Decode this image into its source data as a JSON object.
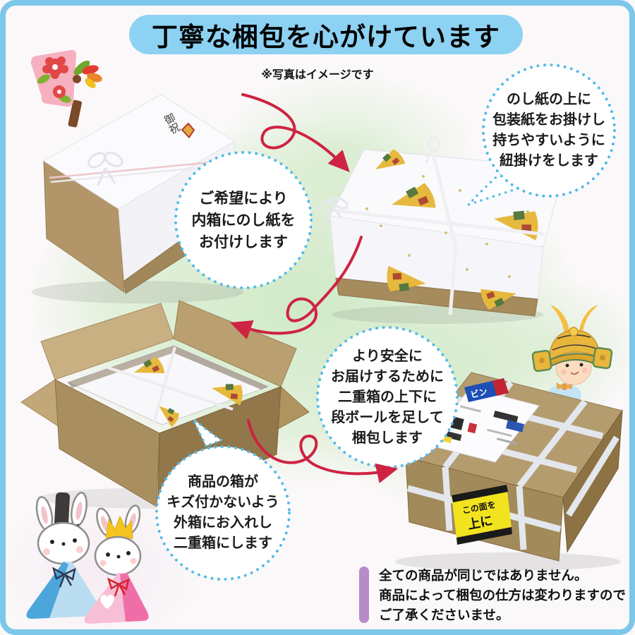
{
  "header": {
    "title": "丁寧な梱包を心がけています",
    "note": "※写真はイメージです"
  },
  "bubbles": {
    "inner_noshi": {
      "lines": [
        "ご希望により",
        "内箱にのし紙を",
        "お付けします"
      ]
    },
    "wrapping": {
      "lines": [
        "のし紙の上に",
        "包装紙をお掛けし",
        "持ちやすいように",
        "紐掛けをします"
      ]
    },
    "padding": {
      "lines": [
        "より安全に",
        "お届けするために",
        "二重箱の上下に",
        "段ボールを足して",
        "梱包します"
      ]
    },
    "double_box": {
      "lines": [
        "商品の箱が",
        "キズ付かないよう",
        "外箱にお入れし",
        "二重箱にします"
      ]
    }
  },
  "photo_details": {
    "noshi_label": "御祝",
    "fragile_sticker": "ビン",
    "side_up_sticker": {
      "line1": "この面を",
      "line2": "上に",
      "arrows": "↑↑"
    }
  },
  "footer": {
    "lines": [
      "全ての商品が同じではありません。",
      "商品によって梱包の仕方は変わりますので",
      "ご了承くださいませ。"
    ]
  },
  "colors": {
    "banner_blue": "#8DD2F3",
    "dot_blue": "#55BBE8",
    "arrow_red": "#CE2342",
    "bar_purple": "#B78CC6",
    "frame_blue": "#7CC7EA"
  }
}
